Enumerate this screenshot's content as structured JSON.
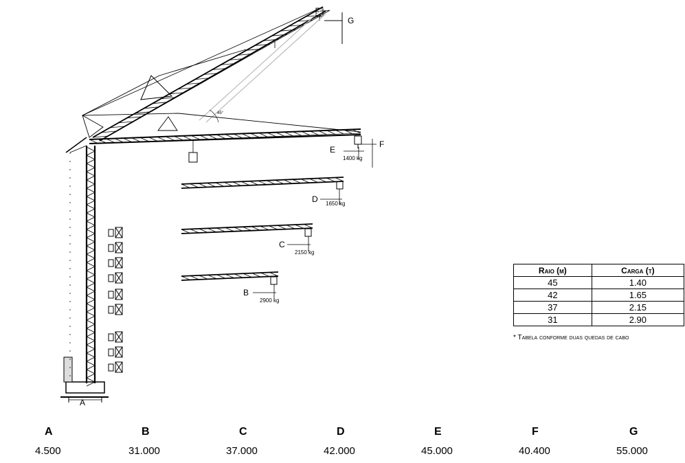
{
  "diagram": {
    "markers": {
      "g": "G",
      "f": "F",
      "e": "E",
      "d": "D",
      "c": "C",
      "b": "B",
      "a": "A"
    },
    "loads": {
      "e": "1400 kg",
      "d": "1650 kg",
      "c": "2150 kg",
      "b": "2900 kg"
    },
    "angle": "45°"
  },
  "table": {
    "headers": [
      "Raio (m)",
      "Carga (t)"
    ],
    "rows": [
      [
        "45",
        "1.40"
      ],
      [
        "42",
        "1.65"
      ],
      [
        "37",
        "2.15"
      ],
      [
        "31",
        "2.90"
      ]
    ],
    "note": "* Tabela conforme duas quedas de cabo"
  },
  "dimensions": [
    {
      "letter": "A",
      "value": "4.500"
    },
    {
      "letter": "B",
      "value": "31.000"
    },
    {
      "letter": "C",
      "value": "37.000"
    },
    {
      "letter": "D",
      "value": "42.000"
    },
    {
      "letter": "E",
      "value": "45.000"
    },
    {
      "letter": "F",
      "value": "40.400"
    },
    {
      "letter": "G",
      "value": "55.000"
    }
  ]
}
